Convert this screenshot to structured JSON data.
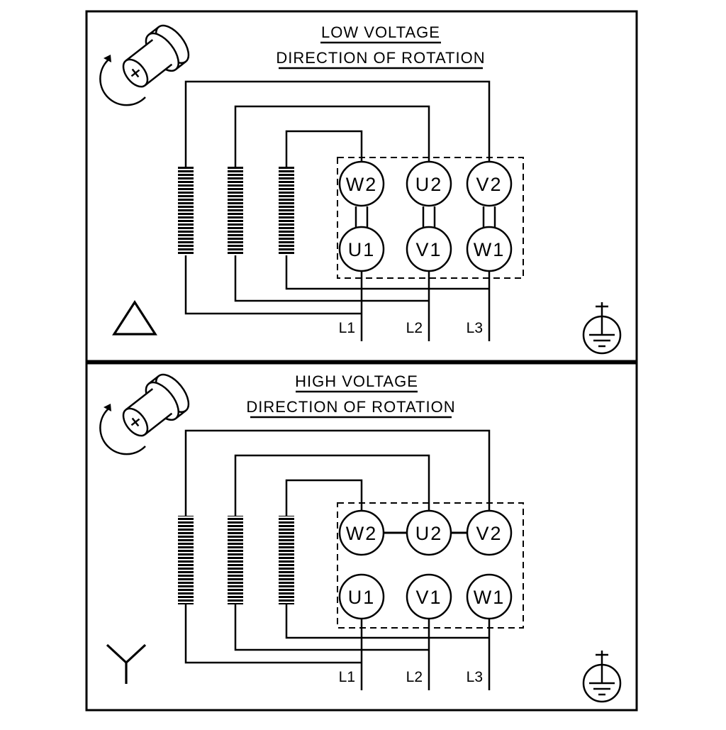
{
  "colors": {
    "background": "#ffffff",
    "line": "#000000"
  },
  "panels": [
    {
      "name": "low-voltage",
      "title": "LOW VOLTAGE",
      "subtitle": "DIRECTION OF ROTATION",
      "connection_icon": "delta-icon",
      "rotation_icon": "shaft-rotation-icon",
      "ground_icon": "earth-ground-icon",
      "terminals": {
        "top": [
          "W2",
          "U2",
          "V2"
        ],
        "bottom": [
          "U1",
          "V1",
          "W1"
        ]
      },
      "leads": [
        "L1",
        "L2",
        "L3"
      ]
    },
    {
      "name": "high-voltage",
      "title": "HIGH VOLTAGE",
      "subtitle": "DIRECTION OF ROTATION",
      "connection_icon": "star-icon",
      "rotation_icon": "shaft-rotation-icon",
      "ground_icon": "earth-ground-icon",
      "terminals": {
        "top": [
          "W2",
          "U2",
          "V2"
        ],
        "bottom": [
          "U1",
          "V1",
          "W1"
        ]
      },
      "leads": [
        "L1",
        "L2",
        "L3"
      ]
    }
  ]
}
